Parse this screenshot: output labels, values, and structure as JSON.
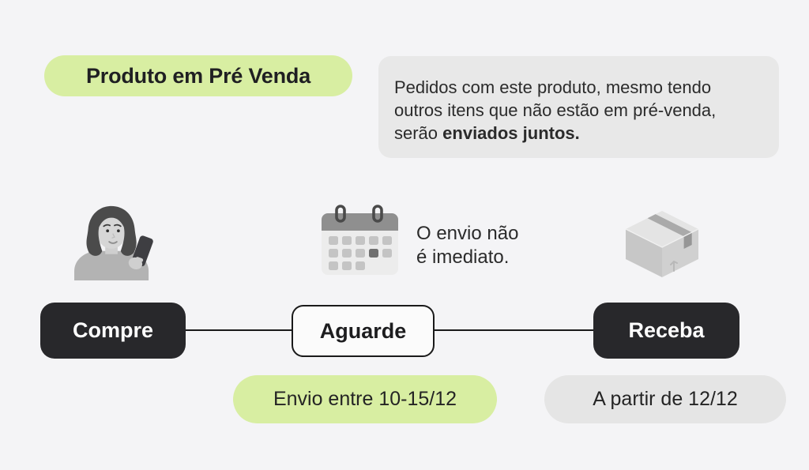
{
  "canvas": {
    "background": "#f4f4f6"
  },
  "colors": {
    "accent_green": "#d8eea2",
    "info_gray": "#e8e8e8",
    "pill_gray": "#e5e5e5",
    "step_dark": "#28282b",
    "text_dark": "#2b2b2b",
    "line": "#1a1a1a"
  },
  "presale_badge": {
    "label": "Produto em Pré Venda"
  },
  "info_box": {
    "line1": "Pedidos com este produto, mesmo tendo",
    "line2": "outros itens que não estão em pré-venda,",
    "line3_regular": "serão ",
    "line3_bold": "enviados juntos."
  },
  "middle_row": {
    "buyer_illustration": "woman-looking-at-phone",
    "calendar_illustration": "calendar",
    "package_illustration": "cardboard-box",
    "shipping_note": {
      "line1": "O envio não",
      "line2": "é imediato."
    }
  },
  "flow": {
    "steps": [
      {
        "label": "Compre",
        "variant": "solid-dark"
      },
      {
        "label": "Aguarde",
        "variant": "outline"
      },
      {
        "label": "Receba",
        "variant": "solid-dark"
      }
    ],
    "date_notes": [
      {
        "label": "Envio entre 10-15/12",
        "variant": "green"
      },
      {
        "label": "A partir de 12/12",
        "variant": "gray"
      }
    ]
  }
}
